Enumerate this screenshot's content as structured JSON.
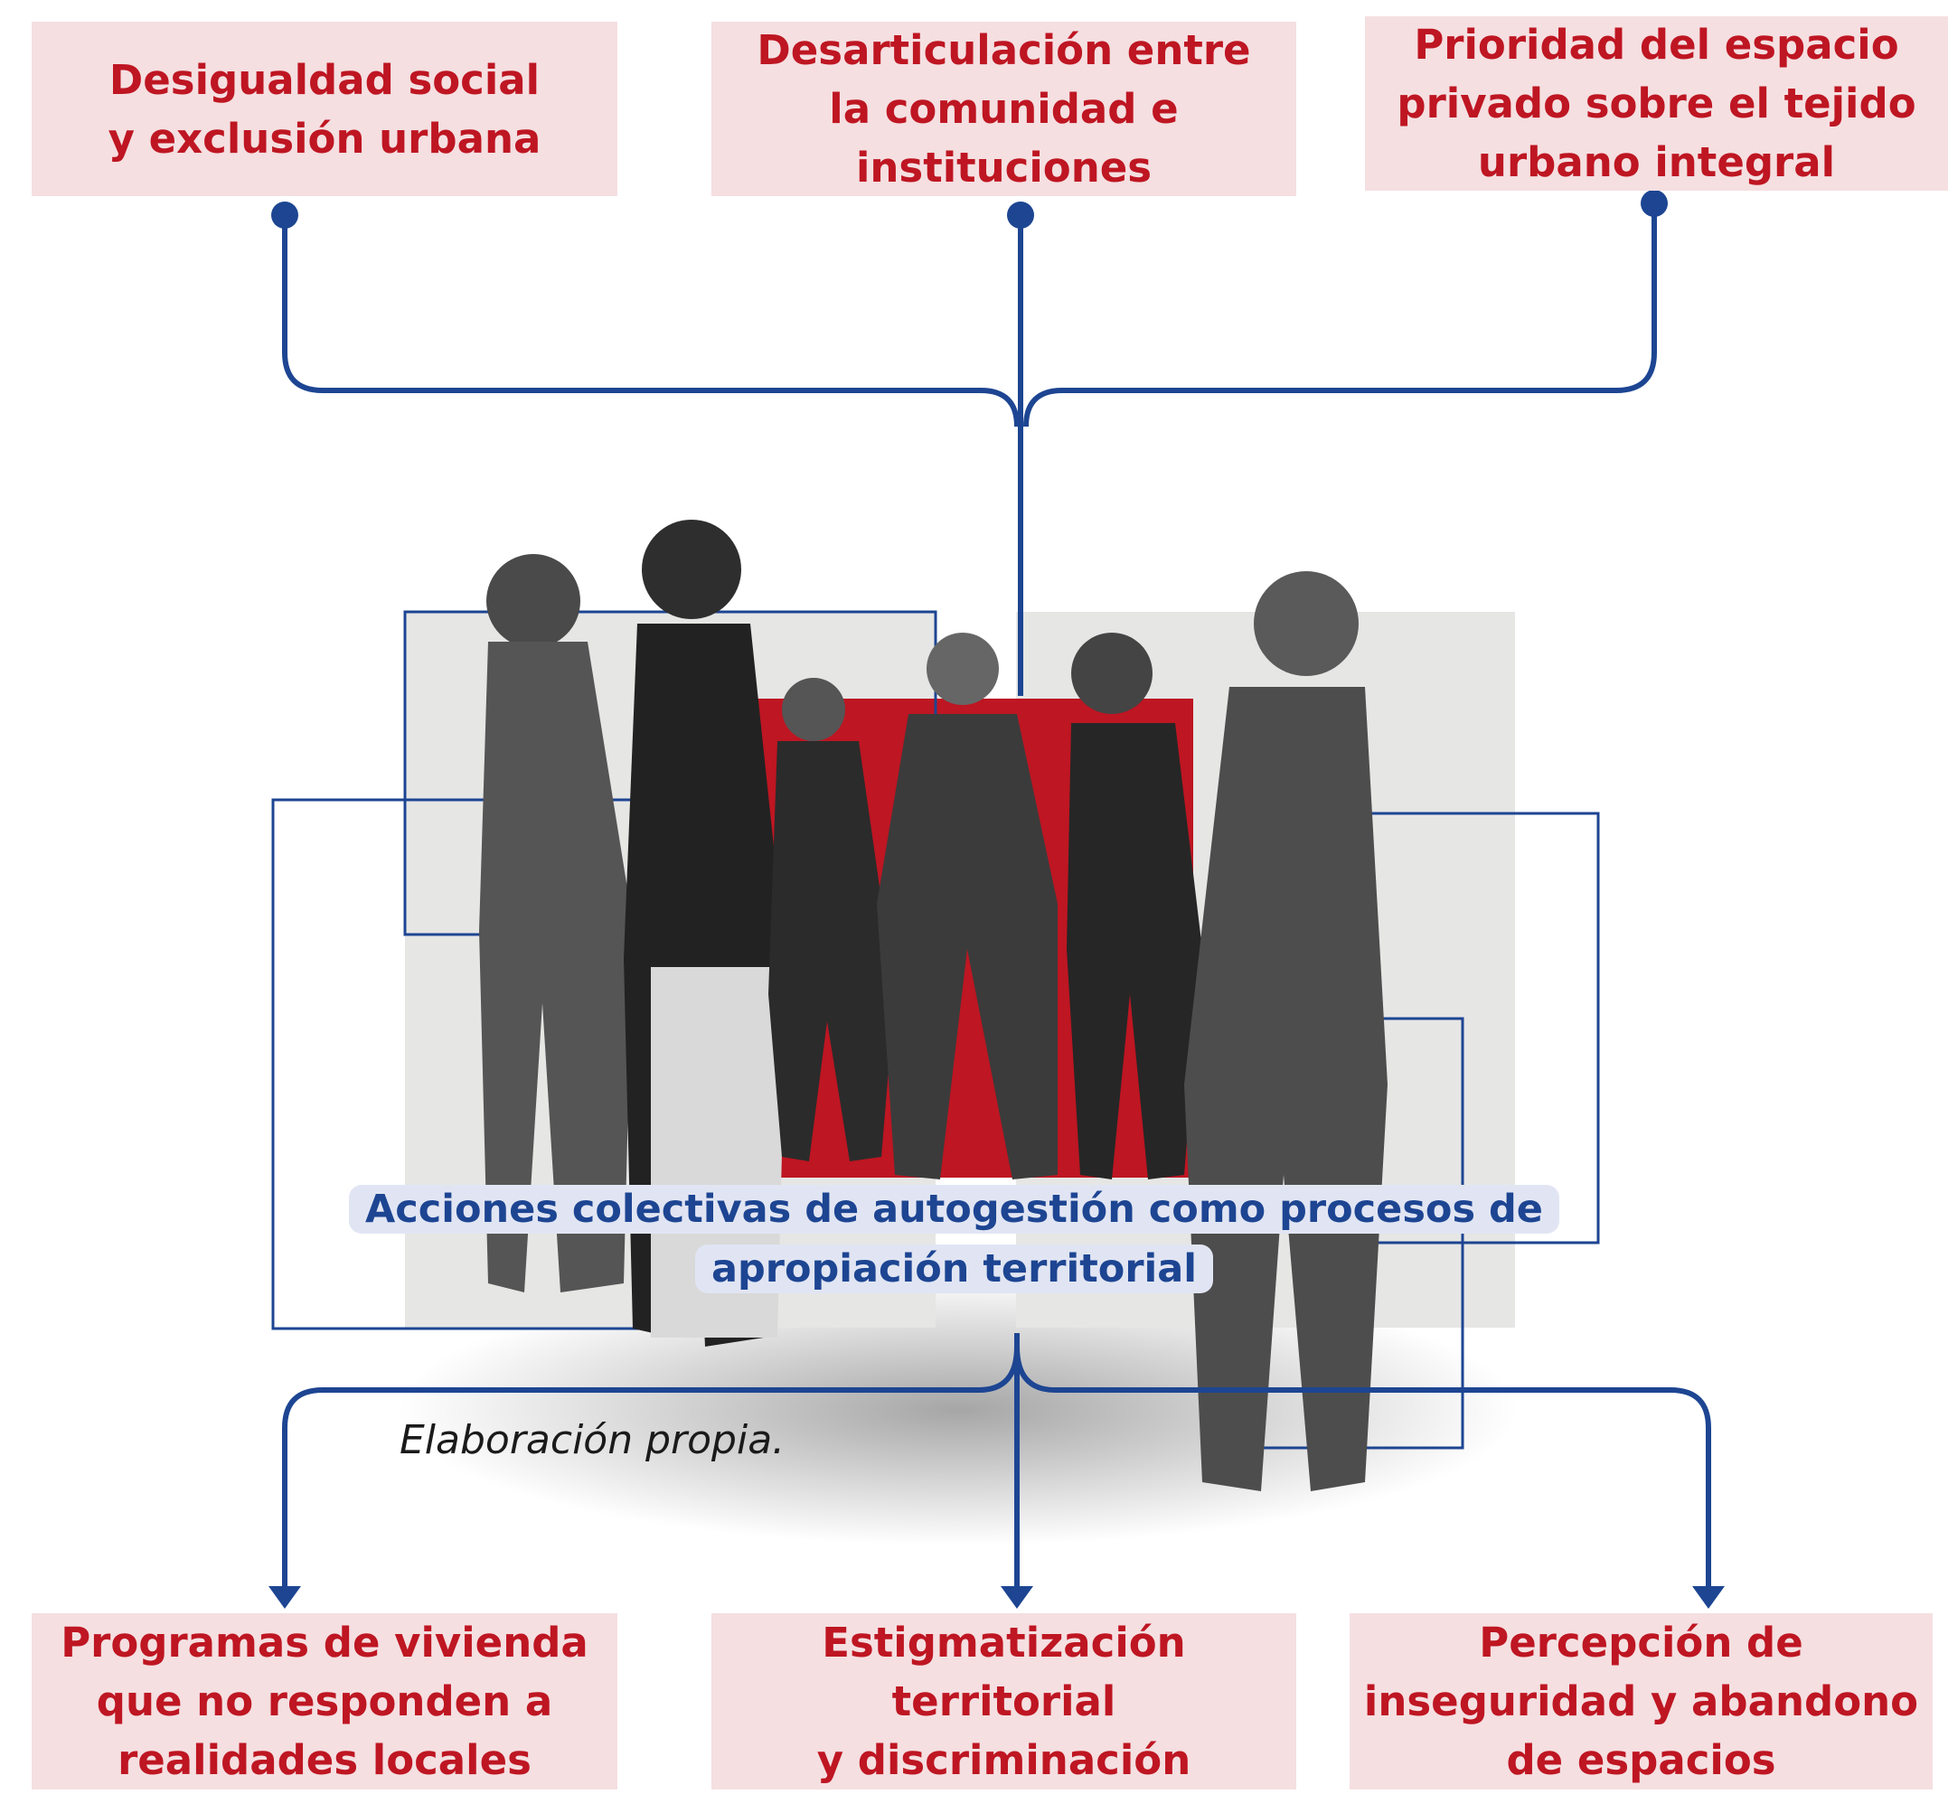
{
  "top_causes": [
    {
      "lines": [
        "Desigualdad social",
        "y exclusión urbana"
      ]
    },
    {
      "lines": [
        "Desarticulación entre",
        "la comunidad e",
        "instituciones"
      ]
    },
    {
      "lines": [
        "Prioridad del espacio",
        "privado sobre el tejido",
        "urbano integral"
      ]
    }
  ],
  "center": {
    "lines": [
      "Acciones colectivas de autogestión como procesos de",
      "apropiación territorial"
    ]
  },
  "caption": "Elaboración propia.",
  "bottom_effects": [
    {
      "lines": [
        "Programas de vivienda",
        "que no responden a",
        "realidades locales"
      ]
    },
    {
      "lines": [
        "Estigmatización territorial",
        "y discriminación"
      ]
    },
    {
      "lines": [
        "Percepción de",
        "inseguridad y abandono",
        "de espacios"
      ]
    }
  ],
  "colors": {
    "box_fill": "#f5dfe1",
    "box_text": "#be1622",
    "connector": "#1d4592",
    "photo_red": "#be1622",
    "photo_gray": "#e6e6e5"
  }
}
